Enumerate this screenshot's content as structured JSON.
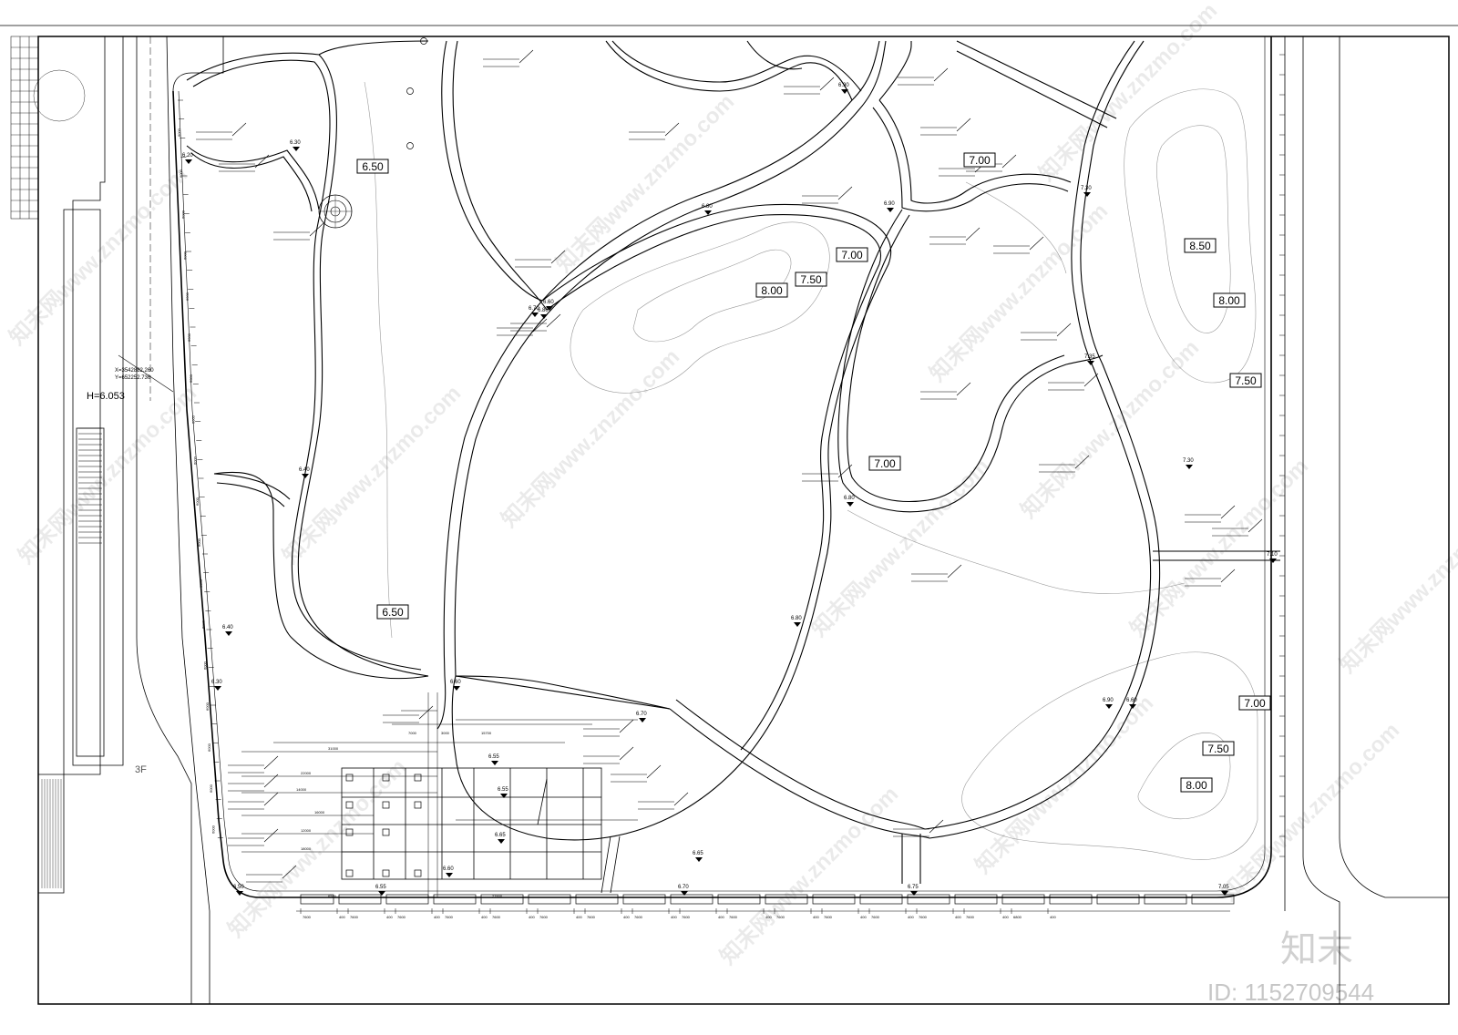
{
  "building": {
    "height_label": "H=6.053",
    "coordinate_x": "X=3542882.260",
    "coordinate_y": "Y=652252.736",
    "floor_label": "3F"
  },
  "elevations": [
    {
      "text": "6.50"
    },
    {
      "text": "7.00"
    },
    {
      "text": "7.00"
    },
    {
      "text": "7.50"
    },
    {
      "text": "8.00"
    },
    {
      "text": "8.50"
    },
    {
      "text": "8.00"
    },
    {
      "text": "7.50"
    },
    {
      "text": "7.00"
    },
    {
      "text": "6.50"
    },
    {
      "text": "7.00"
    },
    {
      "text": "7.50"
    },
    {
      "text": "8.00"
    }
  ],
  "spot_levels": [
    {
      "text": "6.30"
    },
    {
      "text": "6.20"
    },
    {
      "text": "6.80"
    },
    {
      "text": "6.70"
    },
    {
      "text": "6.90"
    },
    {
      "text": "6.90"
    },
    {
      "text": "7.30"
    },
    {
      "text": "7.35"
    },
    {
      "text": "7.30"
    },
    {
      "text": "6.80"
    },
    {
      "text": "7.10"
    },
    {
      "text": "6.40"
    },
    {
      "text": "6.60"
    },
    {
      "text": "6.30"
    },
    {
      "text": "6.40"
    },
    {
      "text": "6.60"
    },
    {
      "text": "6.70"
    },
    {
      "text": "6.80"
    },
    {
      "text": "6.55"
    },
    {
      "text": "6.55"
    },
    {
      "text": "6.65"
    },
    {
      "text": "6.65"
    },
    {
      "text": "6.60"
    },
    {
      "text": "6.50"
    },
    {
      "text": "6.55"
    },
    {
      "text": "6.70"
    },
    {
      "text": "6.75"
    },
    {
      "text": "6.90"
    },
    {
      "text": "7.05"
    },
    {
      "text": "6.80"
    },
    {
      "text": "6.60"
    }
  ],
  "bottom_dimensions": [
    "7600",
    "400",
    "7600",
    "400",
    "7600",
    "400",
    "7600",
    "400",
    "7600",
    "400",
    "7600",
    "400",
    "7600",
    "400",
    "7600",
    "400",
    "7600",
    "400",
    "7600",
    "400",
    "7600",
    "400",
    "7600",
    "400",
    "7600",
    "400",
    "7600",
    "400",
    "7600",
    "400",
    "6800",
    "400"
  ],
  "plaza_dimensions": [
    "31000",
    "22000",
    "14000",
    "16000",
    "12000",
    "18000",
    "7000",
    "3000",
    "15700",
    "6500",
    "27600"
  ],
  "watermark": {
    "site_text": "知末网www.znzmo.com",
    "logo_text": "知末",
    "id_text": "ID: 1152709544"
  }
}
